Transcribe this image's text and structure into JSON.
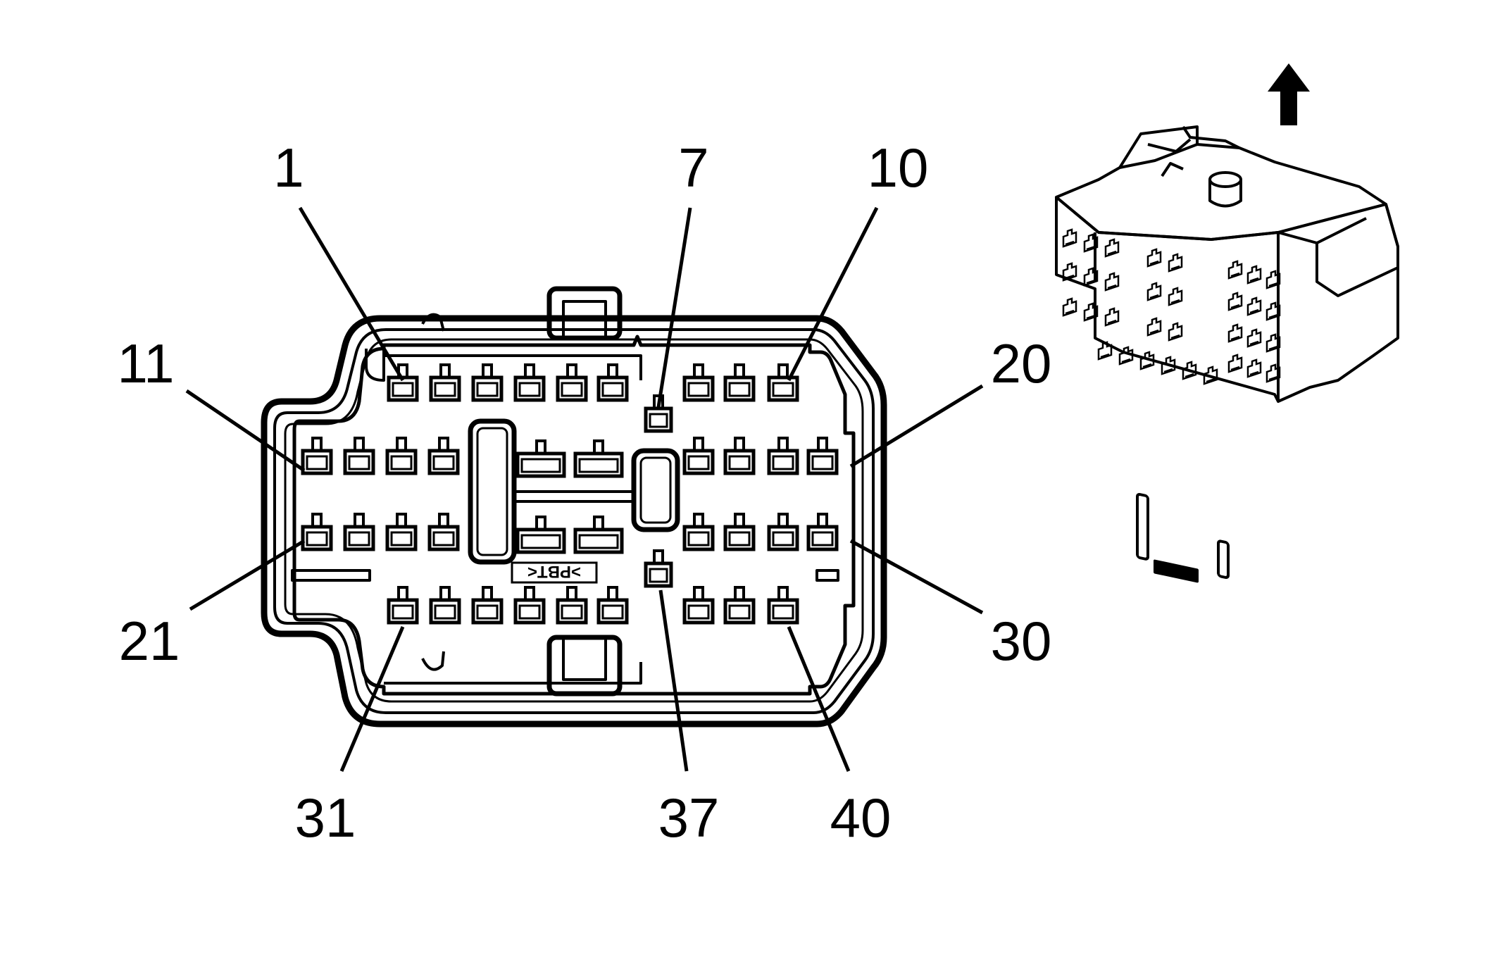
{
  "diagram": {
    "pin_labels": [
      "1",
      "7",
      "10",
      "11",
      "20",
      "21",
      "30",
      "31",
      "37",
      "40"
    ],
    "housing_marking": ">PBT<",
    "orientation_arrow": "arrow-up",
    "colors": {
      "line": "#000000",
      "background": "#ffffff"
    }
  }
}
